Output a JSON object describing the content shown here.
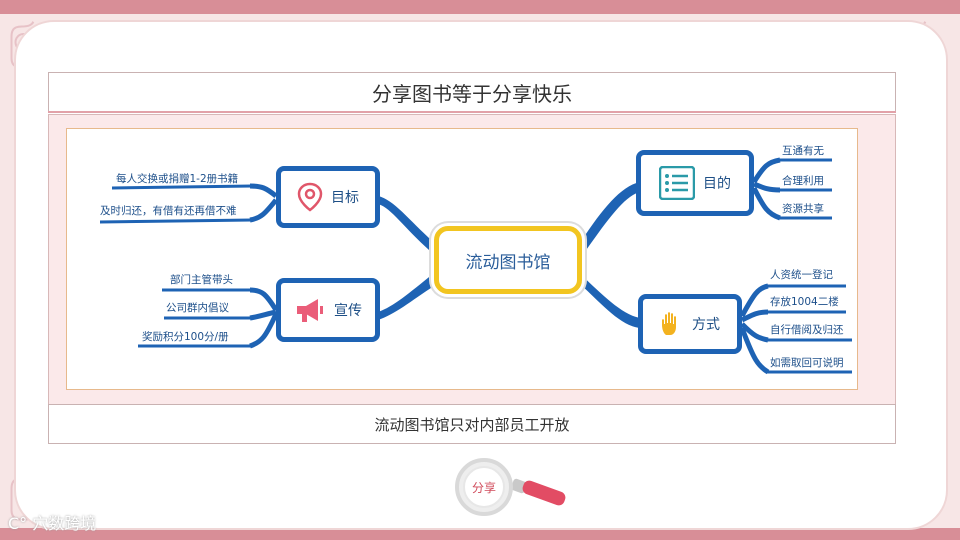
{
  "slide": {
    "title": "分享图书等于分享快乐",
    "caption": "流动图书馆只对内部员工开放",
    "share_label": "分享",
    "watermark": "C° 穴数跨境"
  },
  "mindmap": {
    "center": "流动图书馆",
    "branches": {
      "goal": {
        "label": "目标",
        "icon": "location-pin-icon",
        "items": [
          "每人交换或捐赠1-2册书籍",
          "及时归还，有借有还再借不难"
        ]
      },
      "promotion": {
        "label": "宣传",
        "icon": "megaphone-icon",
        "items": [
          "部门主管带头",
          "公司群内倡议",
          "奖励积分100分/册"
        ]
      },
      "purpose": {
        "label": "目的",
        "icon": "list-icon",
        "items": [
          "互通有无",
          "合理利用",
          "资源共享"
        ]
      },
      "method": {
        "label": "方式",
        "icon": "hand-icon",
        "items": [
          "人资统一登记",
          "存放1004二楼",
          "自行借阅及归还",
          "如需取回可说明"
        ]
      }
    }
  },
  "colors": {
    "accent_blue": "#1e63b4",
    "center_border": "#f2c520",
    "frame_pink": "#d88e97",
    "share_red": "#e24c64"
  }
}
